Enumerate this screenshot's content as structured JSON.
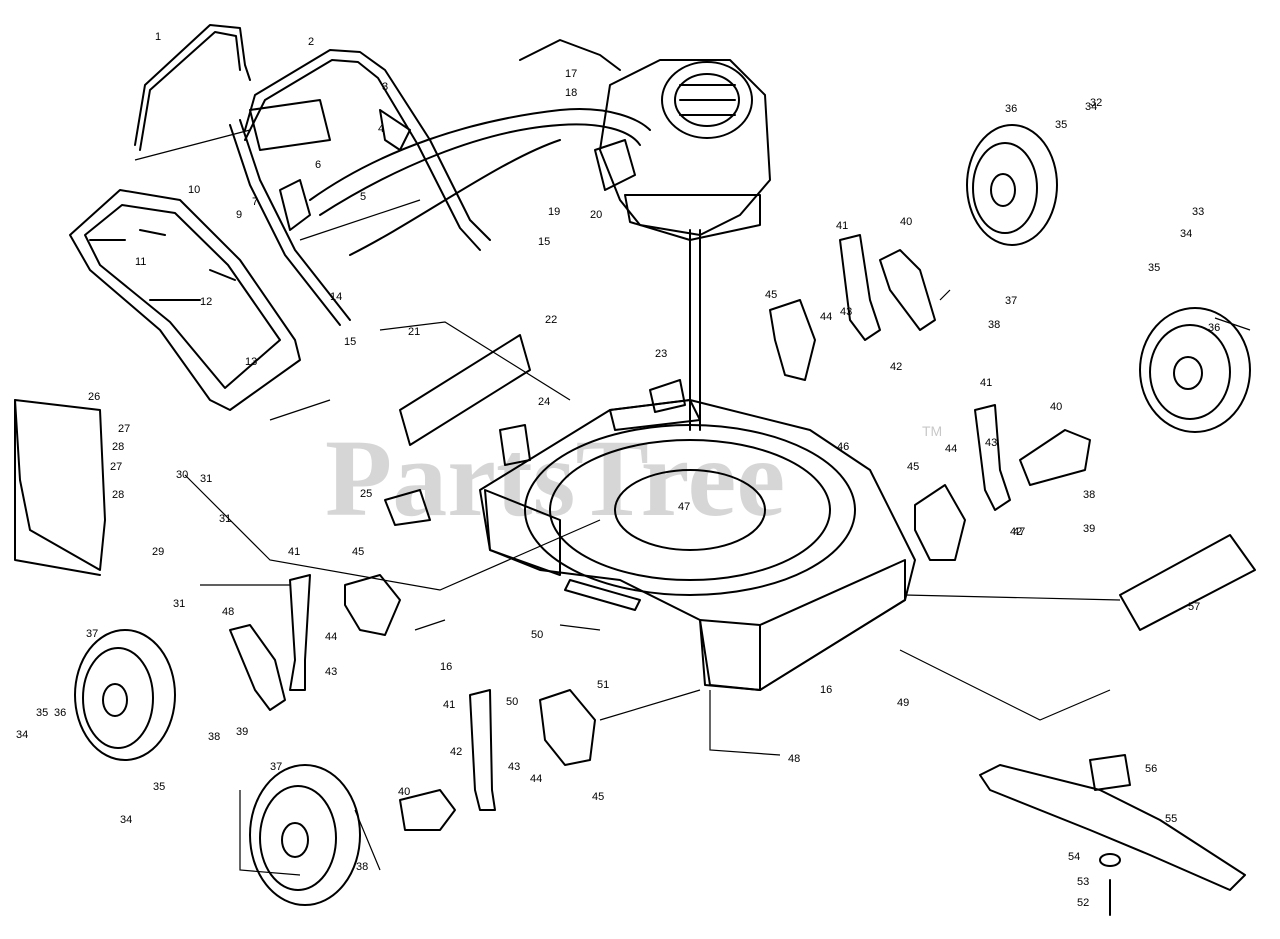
{
  "watermark": {
    "text": "PartsTree",
    "trademark": "TM"
  },
  "callouts": [
    "1",
    "2",
    "3",
    "4",
    "5",
    "6",
    "7",
    "9",
    "10",
    "11",
    "12",
    "13",
    "14",
    "15",
    "15",
    "16",
    "16",
    "17",
    "18",
    "19",
    "20",
    "21",
    "22",
    "23",
    "24",
    "25",
    "26",
    "27",
    "28",
    "27",
    "28",
    "29",
    "30",
    "31",
    "31",
    "31",
    "32",
    "33",
    "34",
    "34",
    "34",
    "34",
    "35",
    "35",
    "35",
    "35",
    "36",
    "36",
    "36",
    "37",
    "37",
    "37",
    "38",
    "38",
    "38",
    "38",
    "39",
    "39",
    "40",
    "40",
    "40",
    "41",
    "41",
    "41",
    "41",
    "42",
    "42",
    "42",
    "43",
    "43",
    "43",
    "43",
    "44",
    "44",
    "44",
    "44",
    "45",
    "45",
    "45",
    "45",
    "46",
    "47",
    "47",
    "48",
    "48",
    "49",
    "50",
    "50",
    "51",
    "52",
    "53",
    "54",
    "55",
    "56",
    "57"
  ]
}
